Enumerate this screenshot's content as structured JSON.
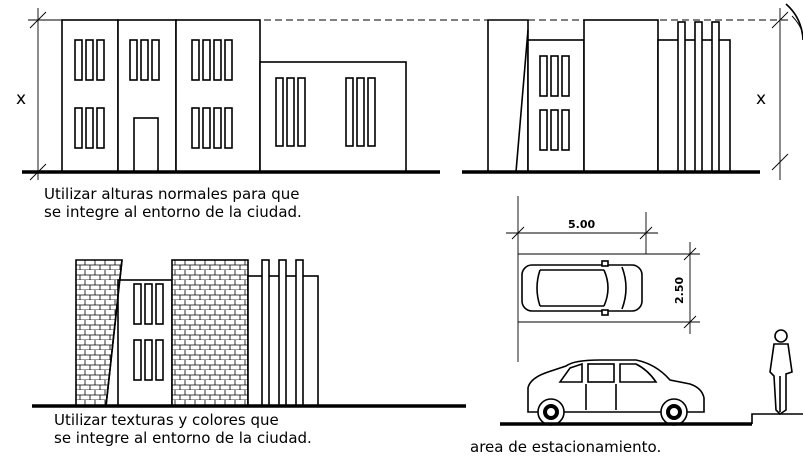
{
  "captions": {
    "heights_line1": "Utilizar alturas normales para que",
    "heights_line2": "se integre al entorno de la ciudad.",
    "textures_line1": "Utilizar texturas y colores que",
    "textures_line2": "se integre al entorno de la ciudad.",
    "parking": "area de estacionamiento."
  },
  "dimensions": {
    "height_left": "x",
    "height_right": "x",
    "car_length": "5.00",
    "car_width": "2.50"
  },
  "colors": {
    "ink": "#000000",
    "paper": "#ffffff"
  }
}
